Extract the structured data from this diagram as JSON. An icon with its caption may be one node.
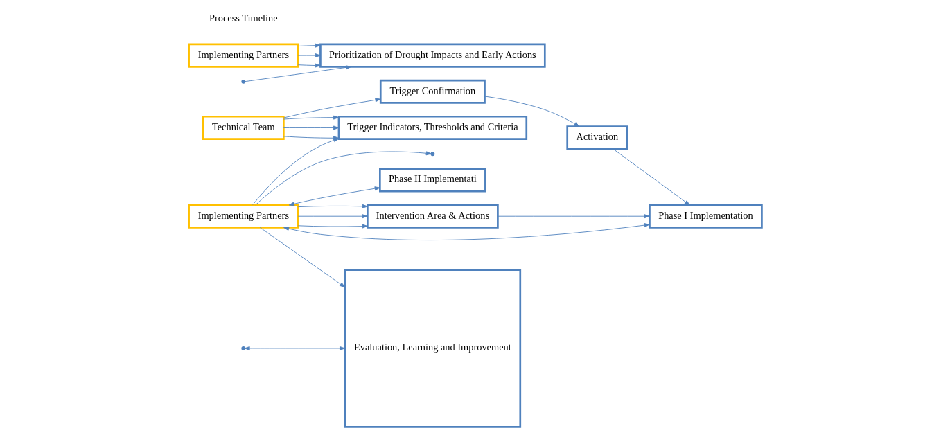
{
  "diagram": {
    "nodes": [
      {
        "text": [
          "Implementing Partners"
        ]
      },
      {
        "text": [
          "Technical Team"
        ]
      },
      {
        "text": [
          "Trigger Indicators, Thresholds and Criteria"
        ]
      },
      {
        "text": [
          "Intervention Area & Actions"
        ]
      },
      {
        "text": [
          "Trigger Confirmation"
        ]
      },
      {
        "text": [
          "Activation"
        ]
      },
      {
        "text": [
          "Phase I Implementation"
        ]
      },
      {
        "text": [
          "Phase II Implementati"
        ]
      },
      {
        "text": [
          "Prioritization of Drought Impacts and Early Actions"
        ]
      },
      {
        "text": [
          "Implementing Partners"
        ]
      },
      {
        "text": [
          "Evaluation, Learning and Improvement"
        ]
      }
    ],
    "edges": [
      {
        "from": 1,
        "to": 2,
        "arrow": "to"
      },
      {
        "from": 1,
        "to": 2,
        "arrow": "to"
      },
      {
        "from": 1,
        "to": 2,
        "arrow": "to"
      },
      {
        "from": 0,
        "to": 3,
        "arrow": "to"
      },
      {
        "from": 0,
        "to": 3,
        "arrow": "to"
      },
      {
        "from": 0,
        "to": 3,
        "arrow": "to"
      },
      {
        "from": 9,
        "to": 8,
        "arrow": "to"
      },
      {
        "from": 9,
        "to": 8,
        "arrow": "to"
      },
      {
        "from": 9,
        "to": 8,
        "arrow": "to"
      },
      {
        "from": 1,
        "to": 4,
        "arrow": "to"
      },
      {
        "from": 4,
        "to": 5,
        "arrow": "to"
      },
      {
        "from": 5,
        "to": 6,
        "arrow": "to"
      },
      {
        "from": 3,
        "to": 6,
        "arrow": "to"
      },
      {
        "from": 0,
        "to": 6,
        "arrow": "both"
      },
      {
        "from": 0,
        "to": 7,
        "arrow": "both"
      },
      {
        "from": 0,
        "to": 10,
        "arrow": "to"
      },
      {
        "from": 0,
        "to": 2,
        "arrow": "to"
      },
      {
        "from": 0,
        "to": null,
        "arrow": "to"
      },
      {
        "from": null,
        "to": 8,
        "arrow": "to"
      },
      {
        "from": null,
        "to": 10,
        "arrow": "both"
      }
    ],
    "labels": [
      "Process Timeline"
    ]
  }
}
